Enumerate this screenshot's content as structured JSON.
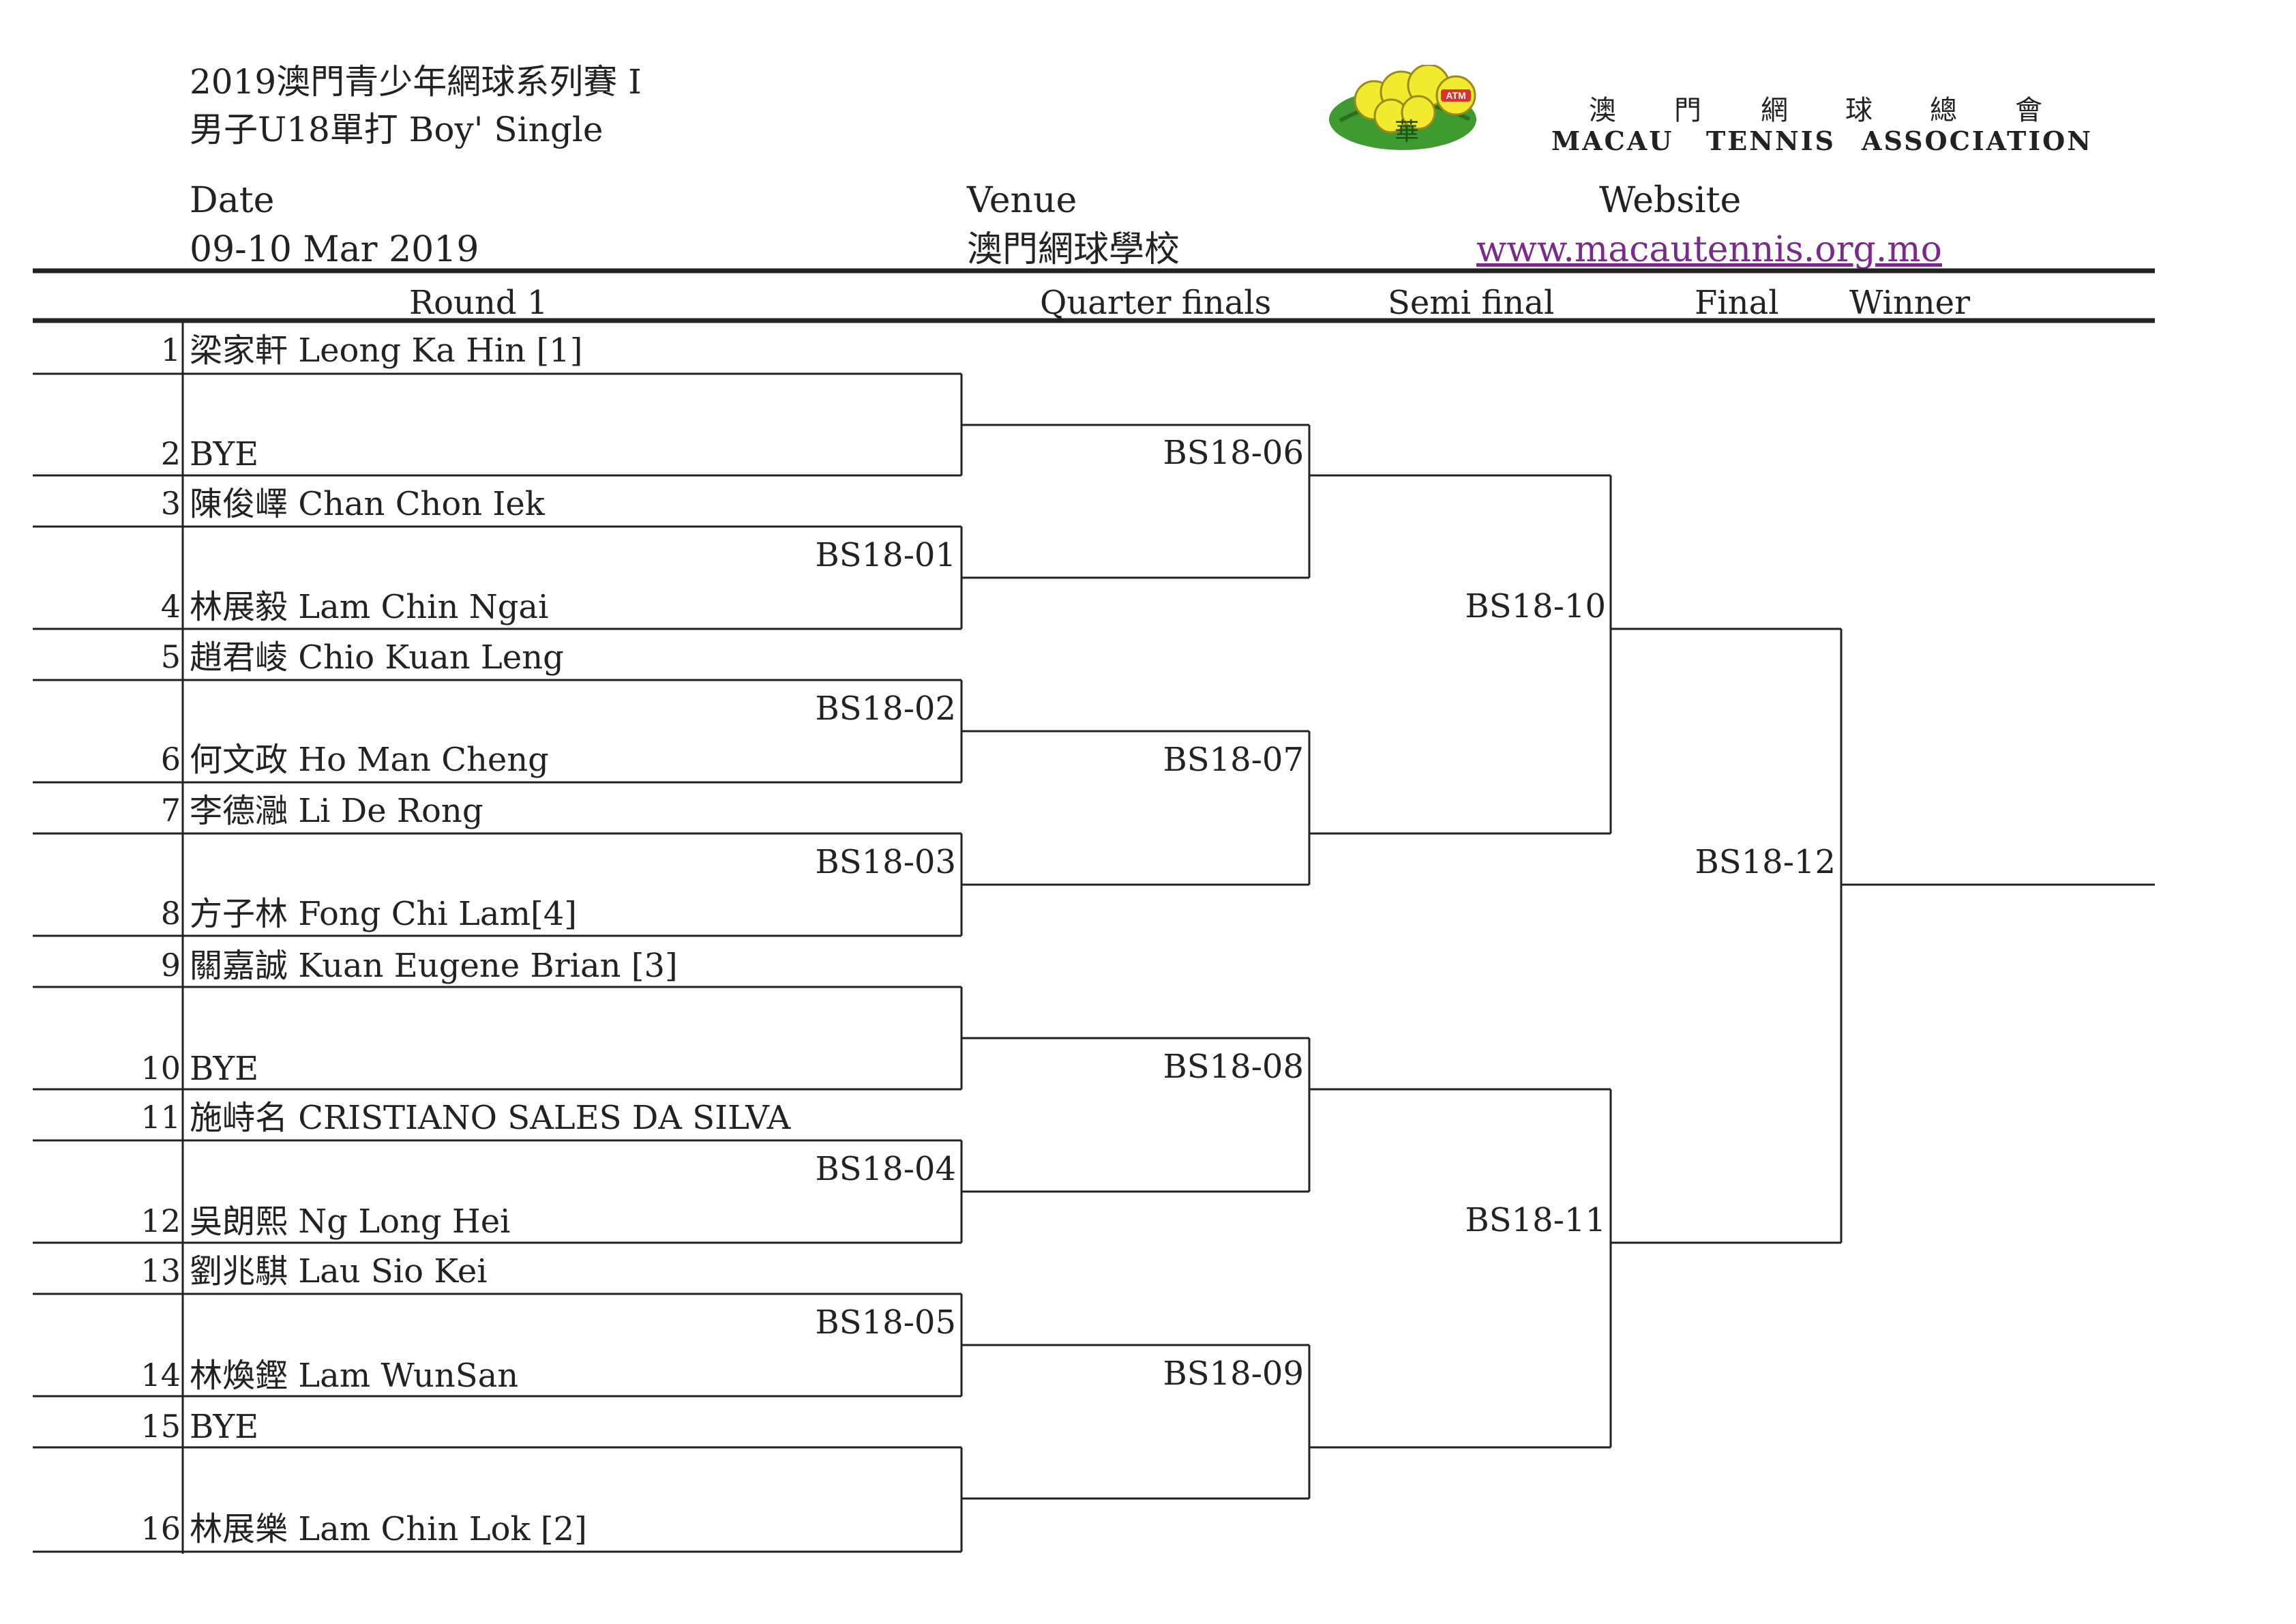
{
  "header": {
    "title_line1": "2019澳門青少年網球系列賽 I",
    "title_line2": "男子U18單打 Boy' Single",
    "date_label": "Date",
    "date_value": "09-10 Mar 2019",
    "venue_label": "Venue",
    "venue_value": "澳門網球學校",
    "website_label": "Website",
    "website_value": "www.macautennis.org.mo"
  },
  "association": {
    "zh_chars": [
      "澳",
      "門",
      "網",
      "球",
      "總",
      "會"
    ],
    "en_words": [
      "MACAU",
      "TENNIS",
      "ASSOCIATION"
    ],
    "logo": {
      "icon": "tennis-balls-logo-icon",
      "badge_text": "ATM",
      "emblem_text": "華",
      "colors": {
        "ball": "#f2ea2e",
        "leaf": "#3f9a2f",
        "badge": "#d8342a"
      }
    }
  },
  "rounds": [
    "Round 1",
    "Quarter finals",
    "Semi final",
    "Final",
    "Winner"
  ],
  "players": [
    {
      "num": "1",
      "name": "梁家軒  Leong Ka Hin [1]"
    },
    {
      "num": "2",
      "name": "BYE"
    },
    {
      "num": "3",
      "name": "陳俊嶧 Chan Chon Iek"
    },
    {
      "num": "4",
      "name": "林展毅 Lam Chin Ngai"
    },
    {
      "num": "5",
      "name": "趙君崚 Chio Kuan Leng"
    },
    {
      "num": "6",
      "name": "何文政   Ho Man Cheng"
    },
    {
      "num": "7",
      "name": "李德瀜 Li De Rong"
    },
    {
      "num": "8",
      "name": "方子林 Fong Chi Lam[4]"
    },
    {
      "num": "9",
      "name": "關嘉誠  Kuan Eugene Brian [3]"
    },
    {
      "num": "10",
      "name": "BYE"
    },
    {
      "num": "11",
      "name": "施峙名 CRISTIANO SALES DA SILVA"
    },
    {
      "num": "12",
      "name": "吳朗熙 Ng  Long Hei"
    },
    {
      "num": "13",
      "name": "劉兆騏 Lau Sio Kei"
    },
    {
      "num": "14",
      "name": "林煥鏗 Lam WunSan"
    },
    {
      "num": "15",
      "name": "BYE"
    },
    {
      "num": "16",
      "name": "林展樂 Lam Chin Lok [2]"
    }
  ],
  "matches": {
    "round1": [
      "",
      "BS18-01",
      "BS18-02",
      "BS18-03",
      "",
      "BS18-04",
      "BS18-05",
      ""
    ],
    "quarter": [
      "BS18-06",
      "BS18-07",
      "BS18-08",
      "BS18-09"
    ],
    "semi": [
      "BS18-10",
      "BS18-11"
    ],
    "final": [
      "BS18-12"
    ]
  }
}
